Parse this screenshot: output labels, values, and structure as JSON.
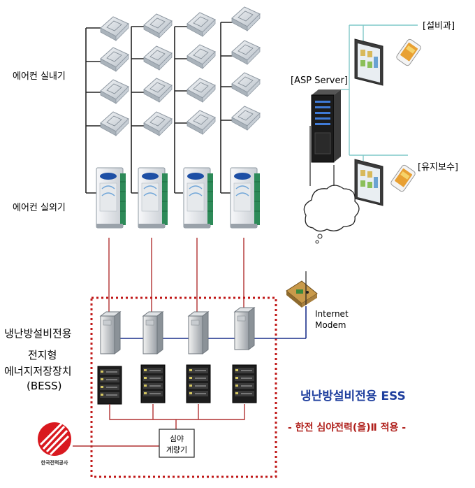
{
  "labels": {
    "indoor_units": "에어컨 실내기",
    "outdoor_units": "에어컨 실외기",
    "asp_server": "[ASP Server]",
    "facility_dept": "[설비과]",
    "maintenance": "[유지보수]",
    "internet_modem_1": "Internet",
    "internet_modem_2": "Modem",
    "ess_line1": "냉난방설비전용",
    "ess_line2": "전지형",
    "ess_line3": "에너지저장장치",
    "ess_line4": "(BESS)",
    "meter_line1": "심야",
    "meter_line2": "계량기",
    "kepco": "한국전력공사"
  },
  "title": "냉난방설비전용 ESS",
  "subtitle": "- 한전 심야전력(을)Ⅱ 적용 -",
  "colors": {
    "title": "#1f3f9e",
    "subtitle": "#b0201c",
    "boundary": "#c01818",
    "power_line": "#b03030",
    "network_line": "#1a2f8a",
    "server_link": "#7fc8c8"
  },
  "icons": [
    "indoor-cassette-unit-icon",
    "outdoor-unit-icon",
    "server-icon",
    "monitor-icon",
    "smartphone-icon",
    "cloud-icon",
    "modem-icon",
    "pcs-inverter-icon",
    "battery-rack-icon",
    "kepco-logo-icon"
  ]
}
